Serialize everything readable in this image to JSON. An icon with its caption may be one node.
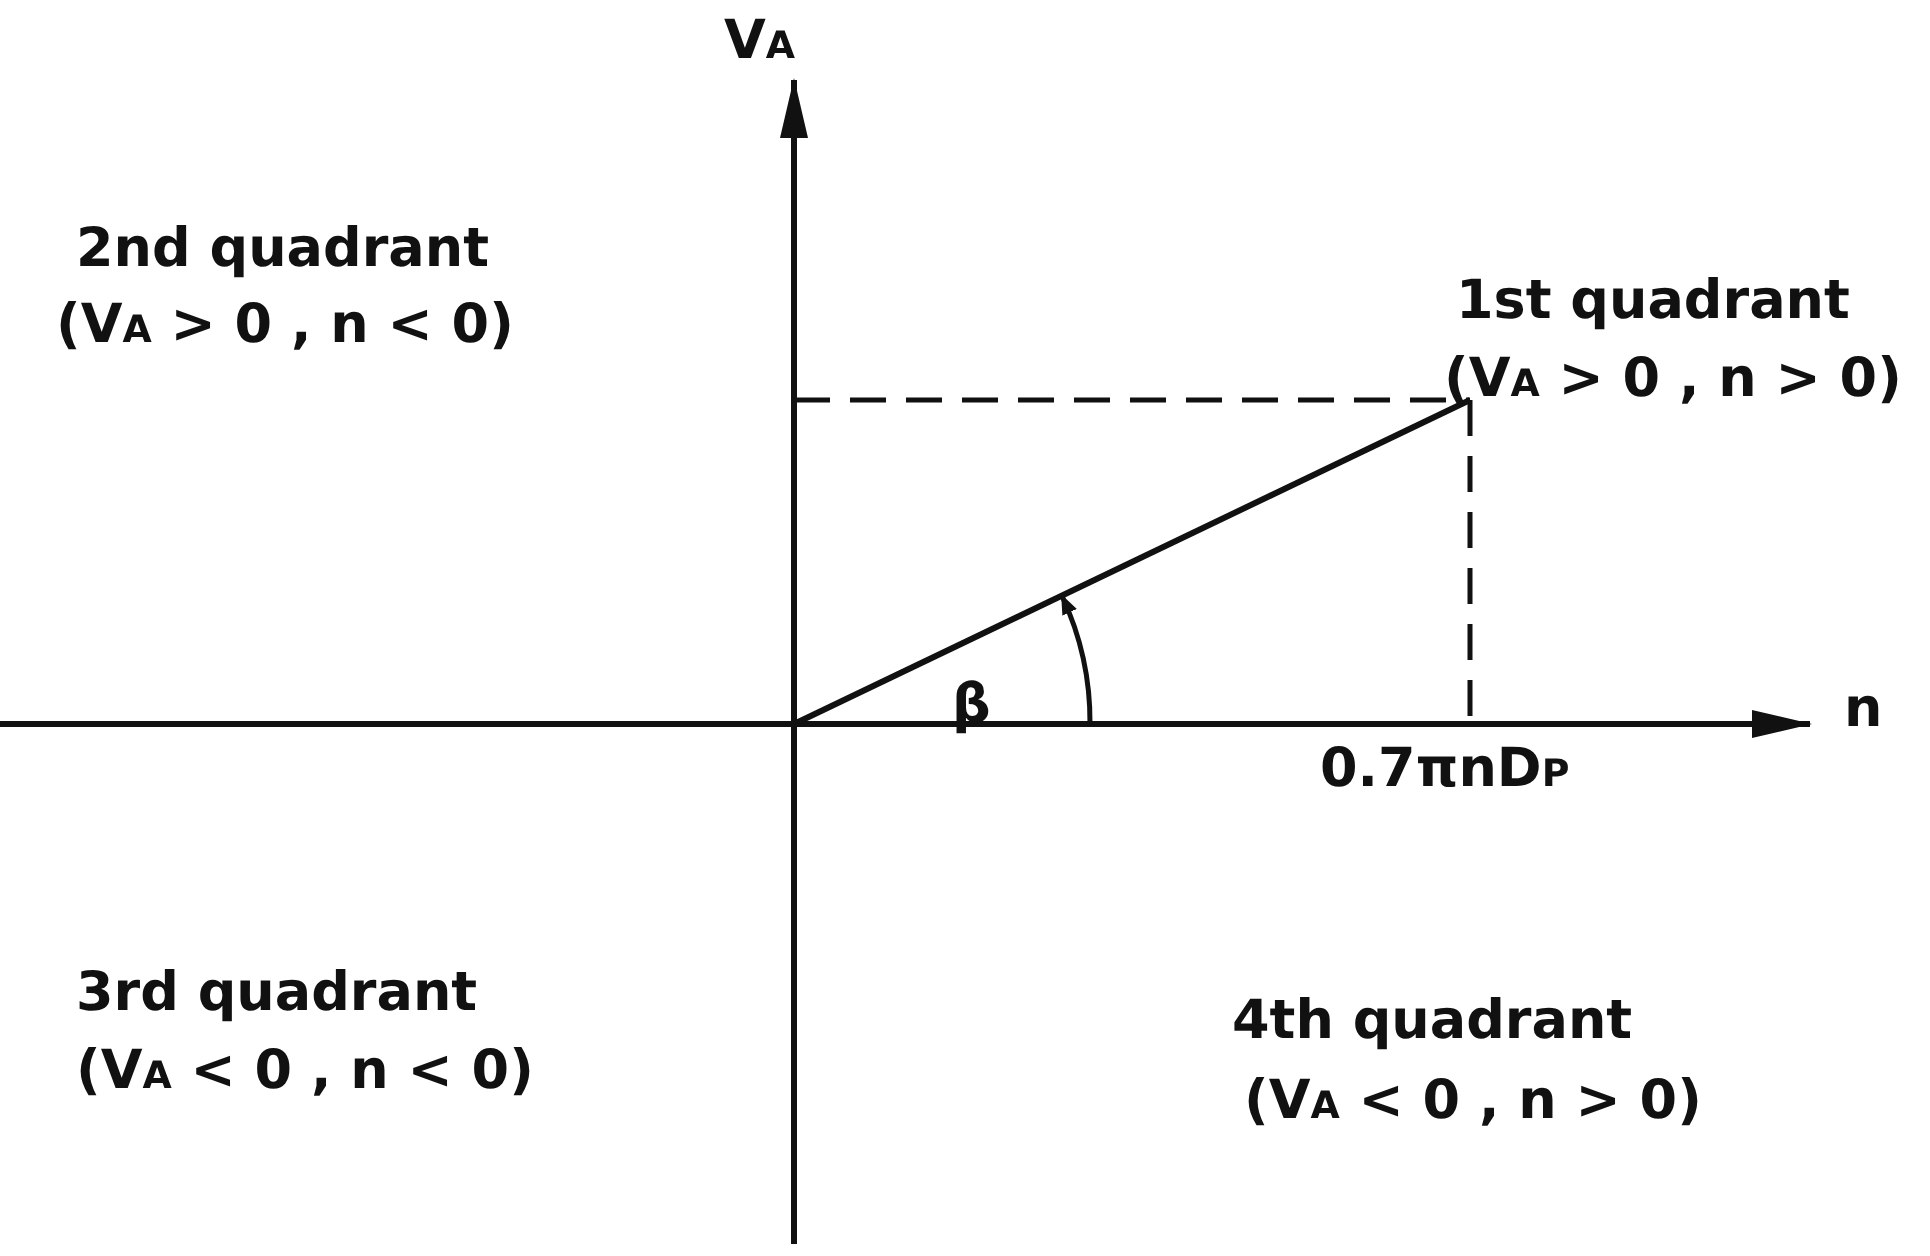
{
  "diagram": {
    "labels": [
      "V$_{A}$",
      "2nd quadrant",
      "(V$_{A}$ > 0 , n < 0)",
      "1st quadrant",
      "(V$_{A}$ > 0 , n > 0)",
      "β",
      "n",
      "0.7πnD$_{P}$",
      "3rd quadrant",
      "(V$_{A}$ < 0 , n < 0)",
      "4th quadrant",
      "(V$_{A}$ < 0 , n > 0)"
    ]
  }
}
